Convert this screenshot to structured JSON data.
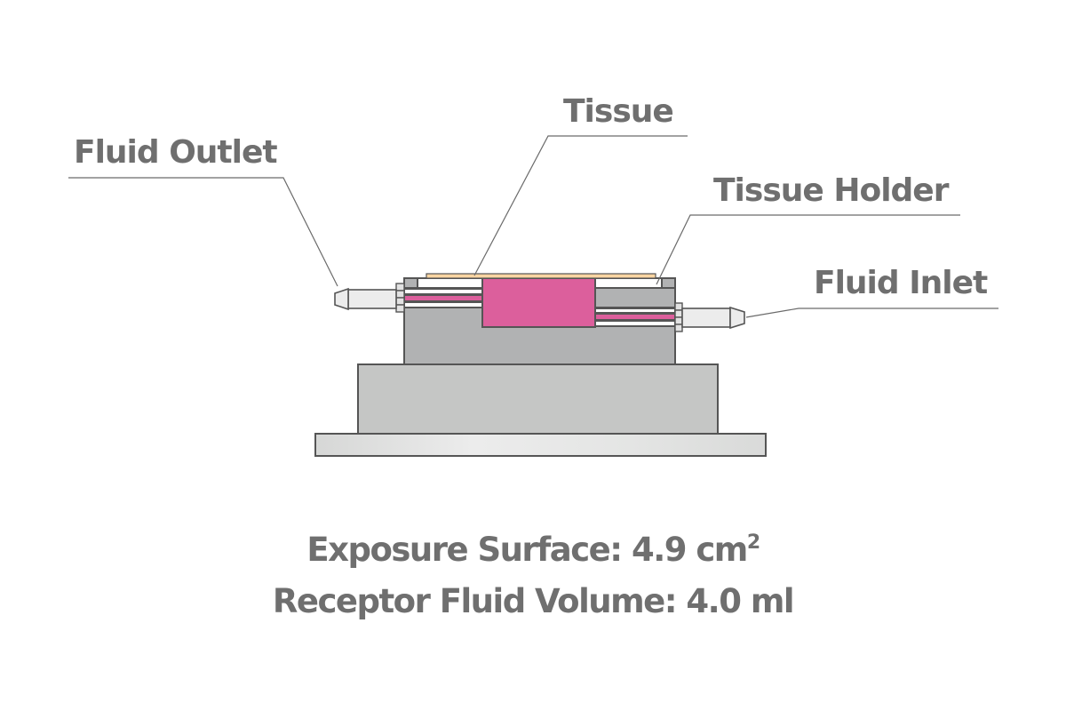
{
  "diagram": {
    "title": "Tissue holder cross-section",
    "labels": {
      "tissue": "Tissue",
      "fluid_outlet": "Fluid Outlet",
      "tissue_holder": "Tissue Holder",
      "fluid_inlet": "Fluid Inlet"
    },
    "specs": {
      "exposure_surface_label": "Exposure Surface: 4.9 cm",
      "exposure_surface_unit_sup": "2",
      "receptor_volume_label": "Receptor Fluid Volume: 4.0 ml"
    },
    "colors": {
      "text": "#6f6f6f",
      "receptor_fluid": "#dc5f9c",
      "tissue": "#fbd5a2",
      "holder_dark": "#b1b2b3",
      "base_mid": "#c5c6c5",
      "base_plate": "#e6e7e6",
      "tube": "#ececec",
      "outline": "#555555"
    }
  }
}
